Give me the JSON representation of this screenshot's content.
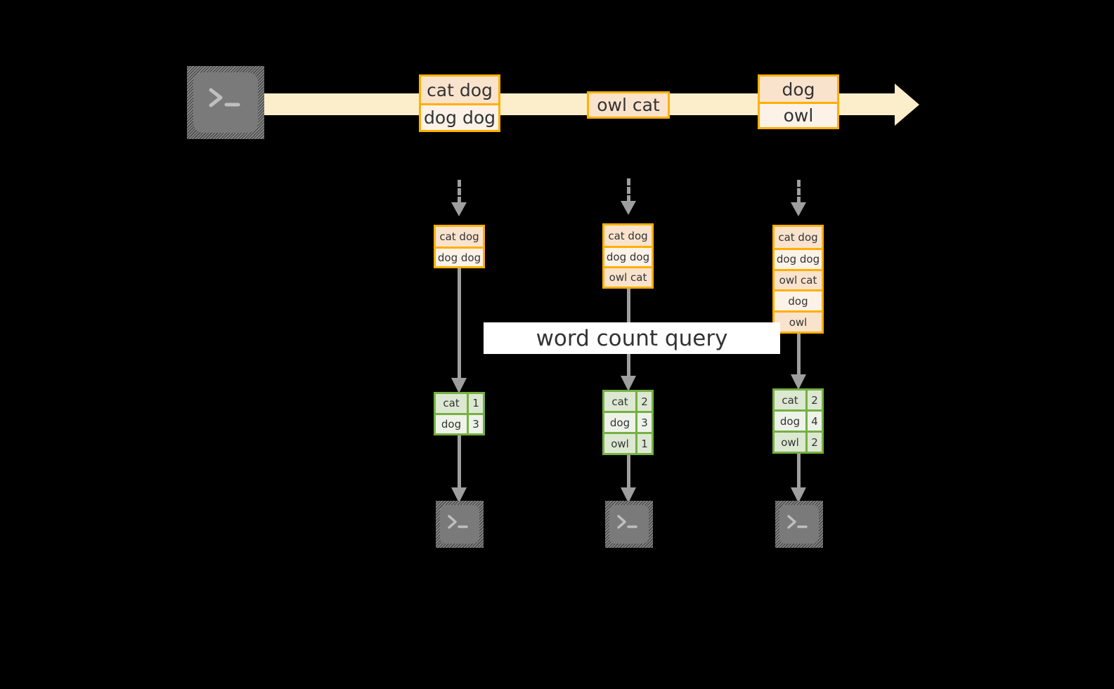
{
  "diagram": {
    "title": "word count query",
    "colors": {
      "background": "#000000",
      "stream_fill": "#fdeecb",
      "event_border": "#ffb000",
      "event_fill_dark": "#fae3cd",
      "event_fill_light": "#fdf2e8",
      "result_border": "#76b041",
      "result_fill_dark": "#dde8d2",
      "result_fill_light": "#eef3ea",
      "connector": "#9e9e9e",
      "terminal_fill": "#7a7a7a",
      "banner_fill": "#ffffff"
    },
    "icons": {
      "source_terminal": "terminal-icon",
      "sink_terminal": "terminal-icon",
      "prompt_glyph": ">_"
    },
    "stream": {
      "events": [
        {
          "lines": [
            "cat dog",
            "dog dog"
          ]
        },
        {
          "lines": [
            "owl cat"
          ]
        },
        {
          "lines": [
            "dog",
            "owl"
          ]
        }
      ]
    },
    "snapshots": [
      {
        "lines": [
          "cat dog",
          "dog dog"
        ]
      },
      {
        "lines": [
          "cat dog",
          "dog dog",
          "owl cat"
        ]
      },
      {
        "lines": [
          "cat dog",
          "dog dog",
          "owl cat",
          "dog",
          "owl"
        ]
      }
    ],
    "results": [
      {
        "rows": [
          {
            "word": "cat",
            "count": "1"
          },
          {
            "word": "dog",
            "count": "3"
          }
        ]
      },
      {
        "rows": [
          {
            "word": "cat",
            "count": "2"
          },
          {
            "word": "dog",
            "count": "3"
          },
          {
            "word": "owl",
            "count": "1"
          }
        ]
      },
      {
        "rows": [
          {
            "word": "cat",
            "count": "2"
          },
          {
            "word": "dog",
            "count": "4"
          },
          {
            "word": "owl",
            "count": "2"
          }
        ]
      }
    ]
  }
}
